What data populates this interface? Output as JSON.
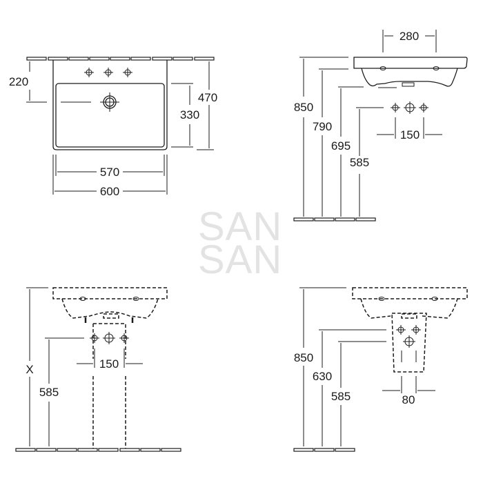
{
  "watermark": {
    "line1": "SAN",
    "line2": "SAN"
  },
  "views": {
    "top_view": {
      "dimensions": {
        "tap_hole_offset": "220",
        "overall_depth": "470",
        "bowl_depth": "330",
        "bowl_width": "570",
        "overall_width": "600"
      }
    },
    "side_view": {
      "dimensions": {
        "overflow_spacing": "280",
        "rim_height": "850",
        "underside_height": "790",
        "trap_height": "695",
        "supply_height": "585",
        "supply_spacing": "150"
      }
    },
    "front_pedestal_view": {
      "dimensions": {
        "rim_height": "X",
        "supply_height": "585",
        "supply_spacing": "150"
      }
    },
    "front_semi_pedestal_view": {
      "dimensions": {
        "rim_height": "850",
        "waste_height": "630",
        "supply_height": "585",
        "supply_spacing": "80"
      }
    }
  },
  "colors": {
    "line": "#1a1a1a",
    "watermark": "#e3e3e3",
    "background": "#ffffff"
  }
}
